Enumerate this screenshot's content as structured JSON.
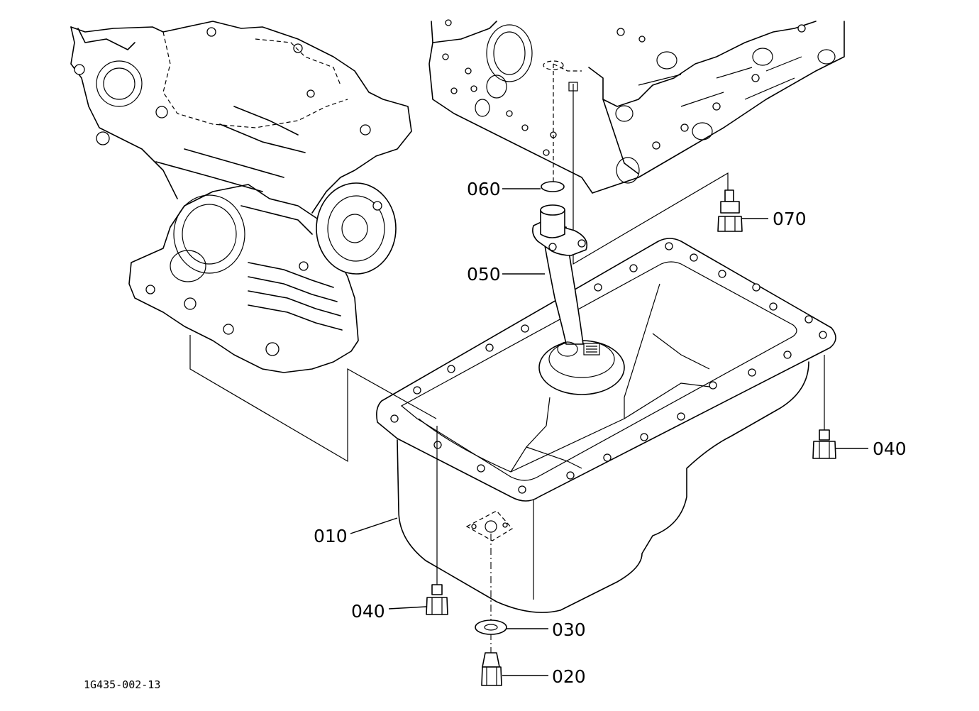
{
  "drawing_id": "1G435-002-13",
  "callouts": [
    {
      "id": "010",
      "label": "010"
    },
    {
      "id": "020",
      "label": "020"
    },
    {
      "id": "030",
      "label": "030"
    },
    {
      "id": "040a",
      "label": "040"
    },
    {
      "id": "040b",
      "label": "040"
    },
    {
      "id": "050",
      "label": "050"
    },
    {
      "id": "060",
      "label": "060"
    },
    {
      "id": "070",
      "label": "070"
    }
  ]
}
